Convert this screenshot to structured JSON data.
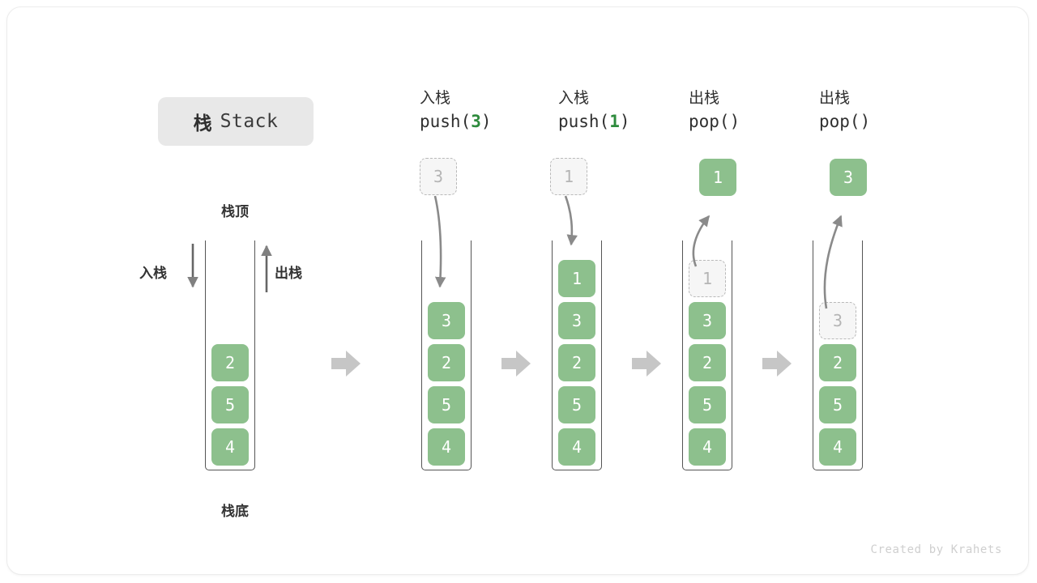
{
  "title": {
    "cn": "栈",
    "en": "Stack"
  },
  "labels": {
    "top": "栈顶",
    "bottom": "栈底",
    "push": "入栈",
    "pop": "出栈"
  },
  "initial_stack": {
    "name": "initial-stack",
    "cells": [
      "2",
      "5",
      "4"
    ]
  },
  "steps": [
    {
      "id": "push-3",
      "head_cn": "入栈",
      "head_code_pre": "push(",
      "head_code_arg": "3",
      "head_code_post": ")",
      "incoming": {
        "value": "3",
        "style": "ghost"
      },
      "cells": [
        {
          "value": "3",
          "style": "solid"
        },
        {
          "value": "2",
          "style": "solid"
        },
        {
          "value": "5",
          "style": "solid"
        },
        {
          "value": "4",
          "style": "solid"
        }
      ]
    },
    {
      "id": "push-1",
      "head_cn": "入栈",
      "head_code_pre": "push(",
      "head_code_arg": "1",
      "head_code_post": ")",
      "incoming": {
        "value": "1",
        "style": "ghost"
      },
      "cells": [
        {
          "value": "1",
          "style": "solid"
        },
        {
          "value": "3",
          "style": "solid"
        },
        {
          "value": "2",
          "style": "solid"
        },
        {
          "value": "5",
          "style": "solid"
        },
        {
          "value": "4",
          "style": "solid"
        }
      ]
    },
    {
      "id": "pop-1",
      "head_cn": "出栈",
      "head_code_pre": "pop(",
      "head_code_arg": "",
      "head_code_post": ")",
      "outgoing": {
        "value": "1",
        "style": "solid"
      },
      "cells": [
        {
          "value": "1",
          "style": "ghost"
        },
        {
          "value": "3",
          "style": "solid"
        },
        {
          "value": "2",
          "style": "solid"
        },
        {
          "value": "5",
          "style": "solid"
        },
        {
          "value": "4",
          "style": "solid"
        }
      ]
    },
    {
      "id": "pop-2",
      "head_cn": "出栈",
      "head_code_pre": "pop(",
      "head_code_arg": "",
      "head_code_post": ")",
      "outgoing": {
        "value": "3",
        "style": "solid"
      },
      "cells": [
        {
          "value": "3",
          "style": "ghost"
        },
        {
          "value": "2",
          "style": "solid"
        },
        {
          "value": "5",
          "style": "solid"
        },
        {
          "value": "4",
          "style": "solid"
        }
      ]
    }
  ],
  "footer": "Created by Krahets",
  "colors": {
    "cell_green": "#8dc08d",
    "arg_green": "#2e8b3d",
    "ghost_fill": "#f6f6f6",
    "ghost_border": "#b9b9b9",
    "arrow_gray": "#808080",
    "step_arrow_gray": "#c6c6c6",
    "pill_gray": "#e8e8e8"
  }
}
